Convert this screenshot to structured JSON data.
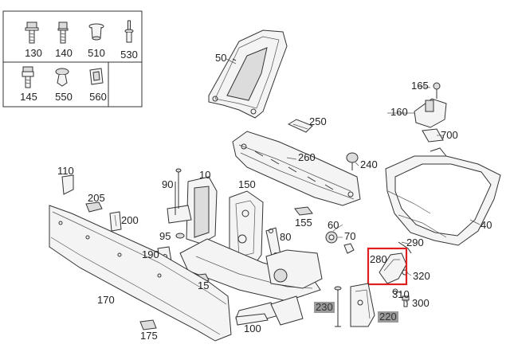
{
  "legend": {
    "items": [
      {
        "code": "130",
        "icon": "bolt-flange-icon"
      },
      {
        "code": "140",
        "icon": "bolt-hex-icon"
      },
      {
        "code": "510",
        "icon": "clip-nut-icon"
      },
      {
        "code": "530",
        "icon": "rivet-icon"
      },
      {
        "code": "145",
        "icon": "bolt-washer-icon"
      },
      {
        "code": "550",
        "icon": "push-clip-icon"
      },
      {
        "code": "560",
        "icon": "spring-nut-icon"
      }
    ]
  },
  "parts": {
    "p10": "10",
    "p15": "15",
    "p40": "40",
    "p50": "50",
    "p60": "60",
    "p70": "70",
    "p80": "80",
    "p90": "90",
    "p95": "95",
    "p100": "100",
    "p110": "110",
    "p150": "150",
    "p155": "155",
    "p160": "160",
    "p165": "165",
    "p170": "170",
    "p175": "175",
    "p190": "190",
    "p200": "200",
    "p205": "205",
    "p220": "220",
    "p230": "230",
    "p240": "240",
    "p250": "250",
    "p260": "260",
    "p280": "280",
    "p290": "290",
    "p300": "300",
    "p310": "310",
    "p320": "320",
    "p700": "700"
  },
  "highlight": {
    "part": "280",
    "color": "#e0201e"
  },
  "shaded_labels": [
    "230",
    "220"
  ]
}
